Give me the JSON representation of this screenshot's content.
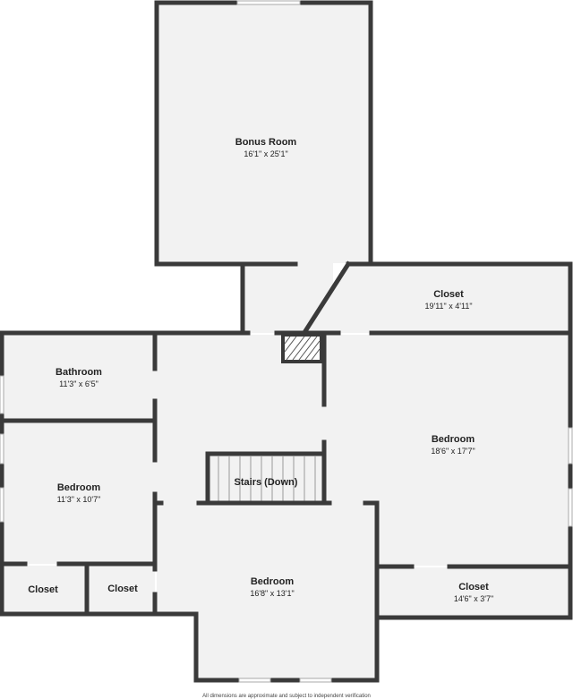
{
  "colors": {
    "floor": "#f2f2f2",
    "wall": "#3a3a3a",
    "window": "#bdbdbd",
    "background": "#ffffff"
  },
  "rooms": {
    "bonus_room": {
      "name": "Bonus Room",
      "dims": "16'1\" x 25'1\""
    },
    "closet_top": {
      "name": "Closet",
      "dims": "19'11\" x 4'11\""
    },
    "bathroom": {
      "name": "Bathroom",
      "dims": "11'3\" x 6'5\""
    },
    "bedroom_right": {
      "name": "Bedroom",
      "dims": "18'6\" x 17'7\""
    },
    "bedroom_left": {
      "name": "Bedroom",
      "dims": "11'3\" x 10'7\""
    },
    "stairs": {
      "name": "Stairs (Down)"
    },
    "closet_bl1": {
      "name": "Closet"
    },
    "closet_bl2": {
      "name": "Closet"
    },
    "bedroom_bottom": {
      "name": "Bedroom",
      "dims": "16'8\" x 13'1\""
    },
    "closet_br": {
      "name": "Closet",
      "dims": "14'6\" x 3'7\""
    }
  },
  "footer": {
    "disclaimer": "All dimensions are approximate and subject to independent verification"
  }
}
